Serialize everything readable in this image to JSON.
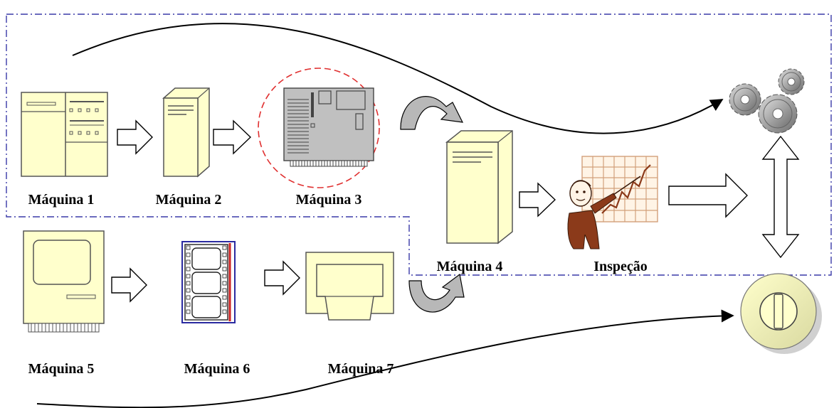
{
  "labels": {
    "maquina1": "Máquina 1",
    "maquina2": "Máquina 2",
    "maquina3": "Máquina 3",
    "maquina4": "Máquina 4",
    "inspecao": "Inspeção",
    "maquina5": "Máquina 5",
    "maquina6": "Máquina 6",
    "maquina7": "Máquina 7"
  },
  "colors": {
    "machine_fill": "#ffffcc",
    "machine_stroke": "#555555",
    "board_fill": "#c0c0c0",
    "highlight_circle": "#e03030",
    "group_border": "#3a3aa8",
    "chart_grid": "#d2a07a",
    "chart_bg": "#fff4e6",
    "person_suit": "#8b3a1a",
    "film_frame": "#2a2aa0",
    "film_edge": "#cc2222",
    "gear_fill": "#9a9a9a",
    "curved_arrow_fill": "#b8b8b8"
  },
  "icons": {
    "machine1": "mainframe-icon",
    "machine2": "tower-server-icon",
    "machine3": "circuit-board-icon",
    "machine4": "server-tower-icon",
    "inspection": "presenter-chart-icon",
    "machine5": "terminal-computer-icon",
    "machine6": "film-strip-icon",
    "machine7": "printer-icon",
    "output_top": "gears-icon",
    "output_bottom": "screw-head-icon"
  }
}
